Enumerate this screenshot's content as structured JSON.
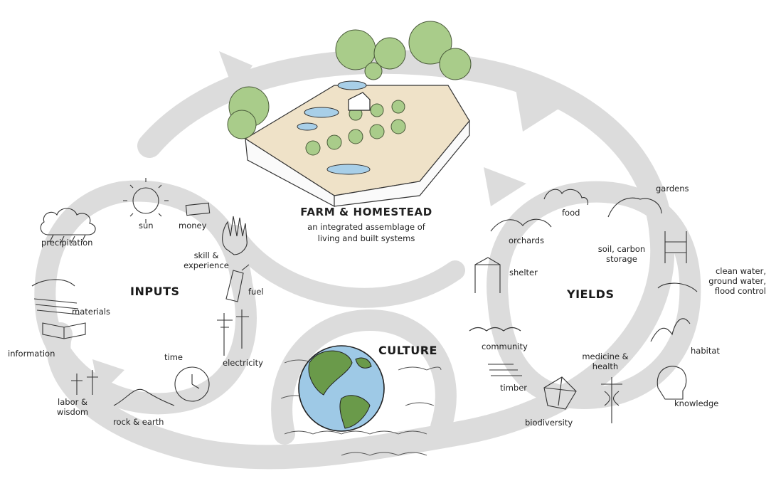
{
  "farm": {
    "title": "FARM & HOMESTEAD",
    "subtitle_line1": "an integrated assemblage of",
    "subtitle_line2": "living and built systems"
  },
  "inputs": {
    "heading": "INPUTS",
    "items": {
      "sun": "sun",
      "money": "money",
      "precipitation": "precipitation",
      "skill_line1": "skill &",
      "skill_line2": "experience",
      "fuel": "fuel",
      "materials": "materials",
      "electricity": "electricity",
      "information": "information",
      "time": "time",
      "labor_line1": "labor &",
      "labor_line2": "wisdom",
      "rock_earth": "rock & earth"
    }
  },
  "culture": {
    "heading": "CULTURE"
  },
  "yields": {
    "heading": "YIELDS",
    "items": {
      "food": "food",
      "gardens": "gardens",
      "orchards": "orchards",
      "soil_line1": "soil, carbon",
      "soil_line2": "storage",
      "shelter": "shelter",
      "water_line1": "clean water,",
      "water_line2": "ground water,",
      "water_line3": "flood control",
      "habitat": "habitat",
      "community": "community",
      "medicine_line1": "medicine &",
      "medicine_line2": "health",
      "timber": "timber",
      "knowledge": "knowledge",
      "biodiversity": "biodiversity"
    }
  },
  "colors": {
    "loop_gray": "#dcdcdc",
    "tree_green": "#a9cc8a",
    "tree_line": "#4a5a3a",
    "water_blue": "#a8cfe8",
    "globe_blue": "#9ec9e6",
    "land_green": "#6a9a4a",
    "ground_tan": "#efe2c8"
  }
}
